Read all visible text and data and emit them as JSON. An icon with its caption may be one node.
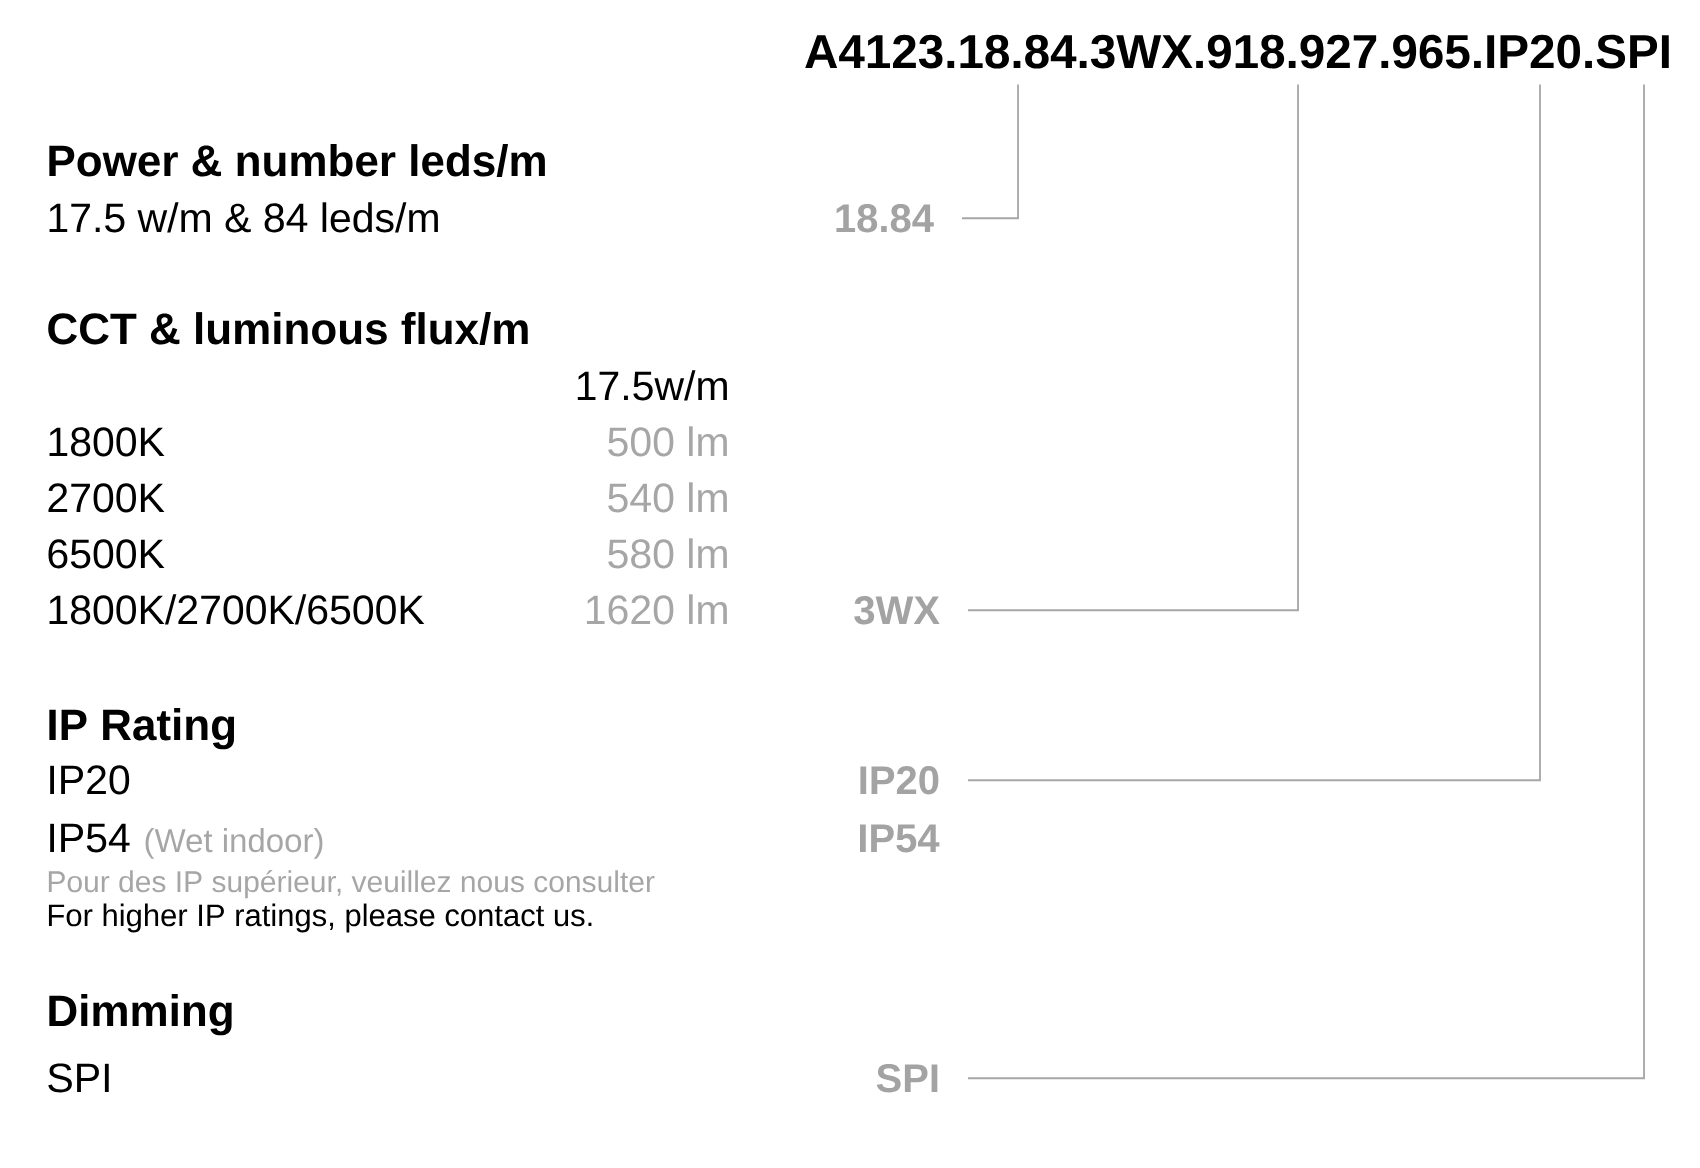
{
  "diagram": {
    "nodes": [
      {
        "text": [
          "A4123.18.84.3WX.918.927.965.IP20.SPI"
        ]
      },
      {
        "text": [
          "18.84"
        ]
      },
      {
        "text": [
          "3WX"
        ]
      },
      {
        "text": [
          "IP20"
        ]
      },
      {
        "text": [
          "SPI"
        ]
      }
    ],
    "edges": [
      {
        "from": 1,
        "to": 0,
        "arrow": "none"
      },
      {
        "from": 2,
        "to": 0,
        "arrow": "none"
      },
      {
        "from": 3,
        "to": 0,
        "arrow": "none"
      },
      {
        "from": 4,
        "to": 0,
        "arrow": "none"
      }
    ],
    "labels": [
      "Power & number leds/m",
      "17.5 w/m & 84 leds/m",
      "CCT & luminous flux/m",
      "17.5w/m",
      "1800K",
      "500 lm",
      "2700K",
      "540 lm",
      "6500K",
      "580 lm",
      "1800K/2700K/6500K",
      "1620 lm",
      "IP Rating",
      "IP20",
      "IP54",
      "(Wet indoor)",
      "IP54",
      "Pour des IP supérieur, veuillez nous consulter",
      "For higher IP ratings, please contact us.",
      "Dimming",
      "SPI"
    ]
  }
}
